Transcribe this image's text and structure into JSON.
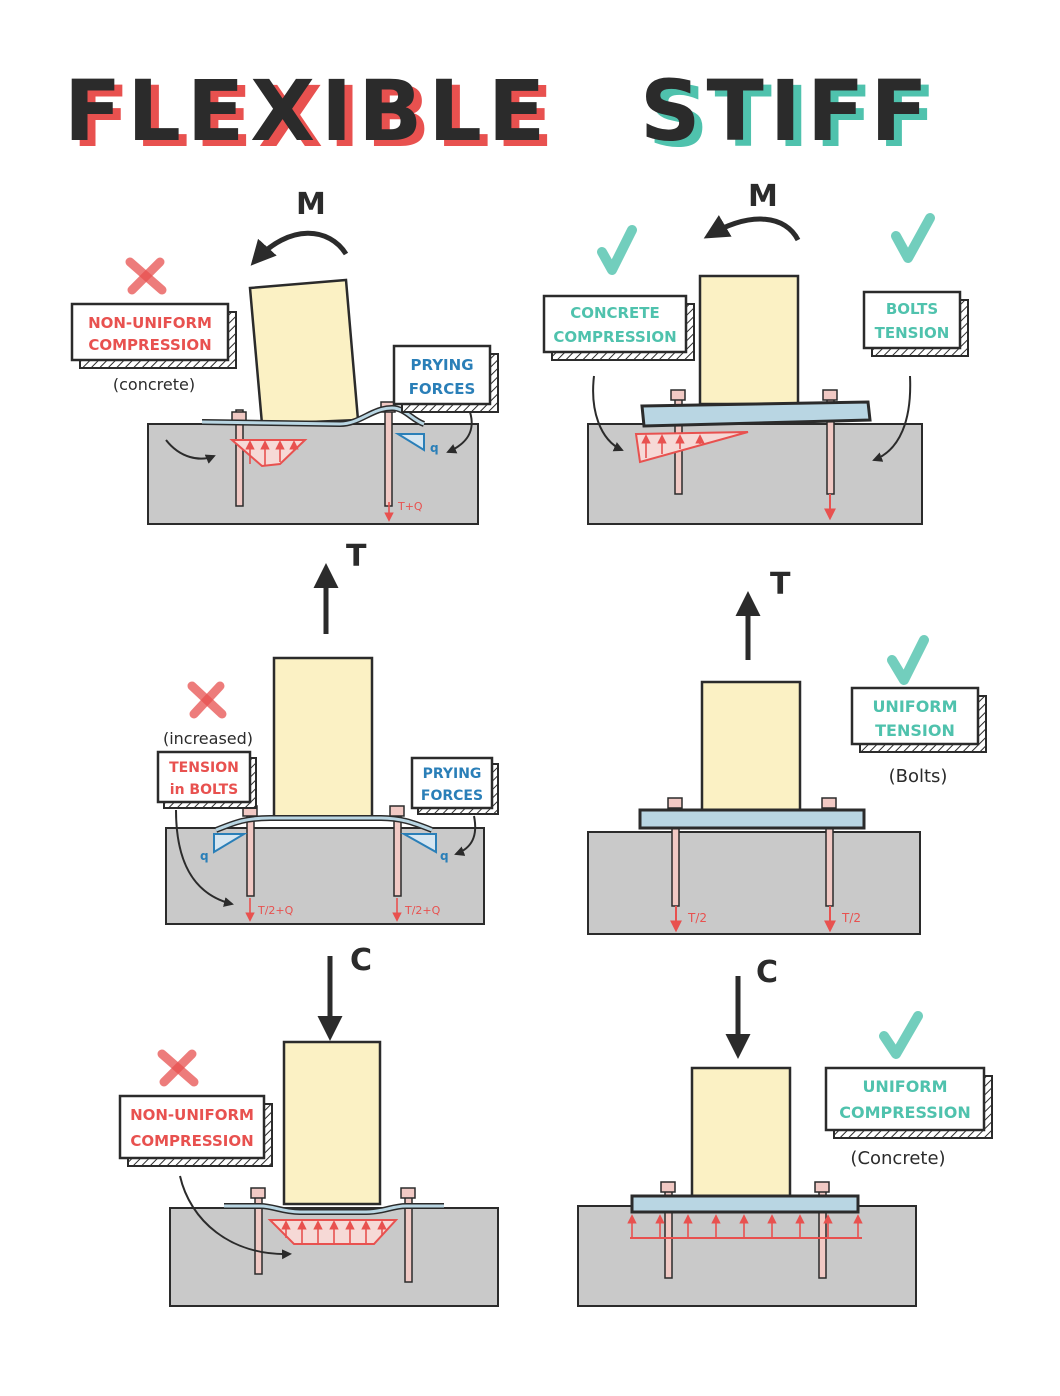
{
  "titles": {
    "flexible": "FLEXIBLE",
    "stiff": "STIFF"
  },
  "loads": {
    "moment": "M",
    "tension": "T",
    "compression": "C"
  },
  "flexible": {
    "moment": {
      "callout_left_line1": "NON-UNIFORM",
      "callout_left_line2": "COMPRESSION",
      "callout_left_sub": "(concrete)",
      "callout_right_line1": "PRYING",
      "callout_right_line2": "FORCES",
      "q_label": "q",
      "bolt_label": "T+Q"
    },
    "tension": {
      "note": "(increased)",
      "callout_left_line1": "TENSION",
      "callout_left_line2": "in BOLTS",
      "callout_right_line1": "PRYING",
      "callout_right_line2": "FORCES",
      "q_label_left": "q",
      "q_label_right": "q",
      "bolt_label_left": "T/2+Q",
      "bolt_label_right": "T/2+Q"
    },
    "compression": {
      "callout_line1": "NON-UNIFORM",
      "callout_line2": "COMPRESSION"
    }
  },
  "stiff": {
    "moment": {
      "callout_left_line1": "CONCRETE",
      "callout_left_line2": "COMPRESSION",
      "callout_right_line1": "BOLTS",
      "callout_right_line2": "TENSION"
    },
    "tension": {
      "callout_line1": "UNIFORM",
      "callout_line2": "TENSION",
      "callout_sub": "(Bolts)",
      "bolt_label_left": "T/2",
      "bolt_label_right": "T/2"
    },
    "compression": {
      "callout_line1": "UNIFORM",
      "callout_line2": "COMPRESSION",
      "callout_sub": "(Concrete)"
    }
  },
  "colors": {
    "ink": "#2b2b2b",
    "red": "#e8514f",
    "teal": "#4fc2ad",
    "blue": "#2a7fb8",
    "concrete": "#c9c9c9",
    "column": "#fbf1c4",
    "plate": "#b9d6e3",
    "bolt": "#f1c9c4"
  }
}
